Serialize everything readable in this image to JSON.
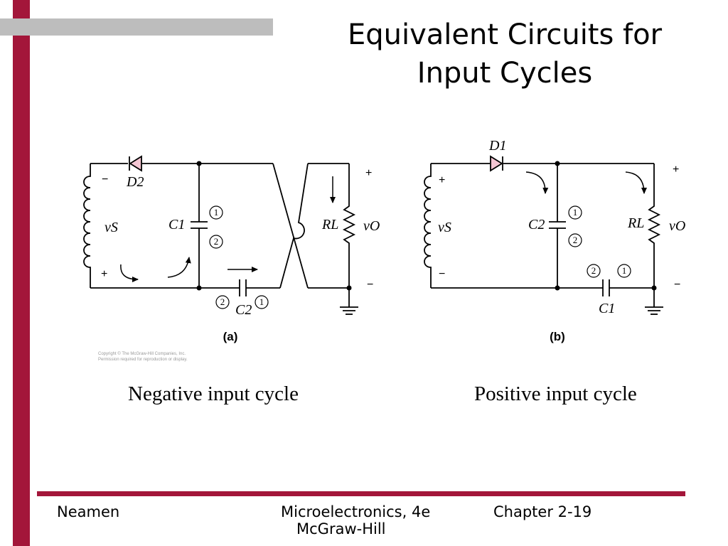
{
  "slide": {
    "title_line1": "Equivalent Circuits for",
    "title_line2": "Input Cycles",
    "colors": {
      "accent": "#a3163a",
      "bar_gray": "#bdbdbd",
      "diode_fill": "#f4c6d3"
    }
  },
  "figure": {
    "copyright_line1": "Copyright © The McGraw-Hill Companies, Inc.",
    "copyright_line2": "Permission required for reproduction or display.",
    "circuit_a": {
      "sublabel": "(a)",
      "caption": "Negative input cycle",
      "diode": "D2",
      "capacitor_top": "C1",
      "capacitor_bottom": "C2",
      "load": "RL",
      "source": "vS",
      "output": "vO",
      "source_minus": "−",
      "source_plus": "+",
      "output_plus": "+",
      "output_minus": "−",
      "node1": "1",
      "node2": "2"
    },
    "circuit_b": {
      "sublabel": "(b)",
      "caption": "Positive input cycle",
      "diode": "D1",
      "capacitor_shunt": "C2",
      "capacitor_bottom": "C1",
      "load": "RL",
      "source": "vS",
      "output": "vO",
      "source_plus": "+",
      "source_minus": "−",
      "output_plus": "+",
      "output_minus": "−",
      "node1": "1",
      "node2": "2"
    }
  },
  "footer": {
    "author": "Neamen",
    "book": "Microelectronics, 4e",
    "publisher": "McGraw-Hill",
    "chapter": "Chapter 2-19"
  }
}
